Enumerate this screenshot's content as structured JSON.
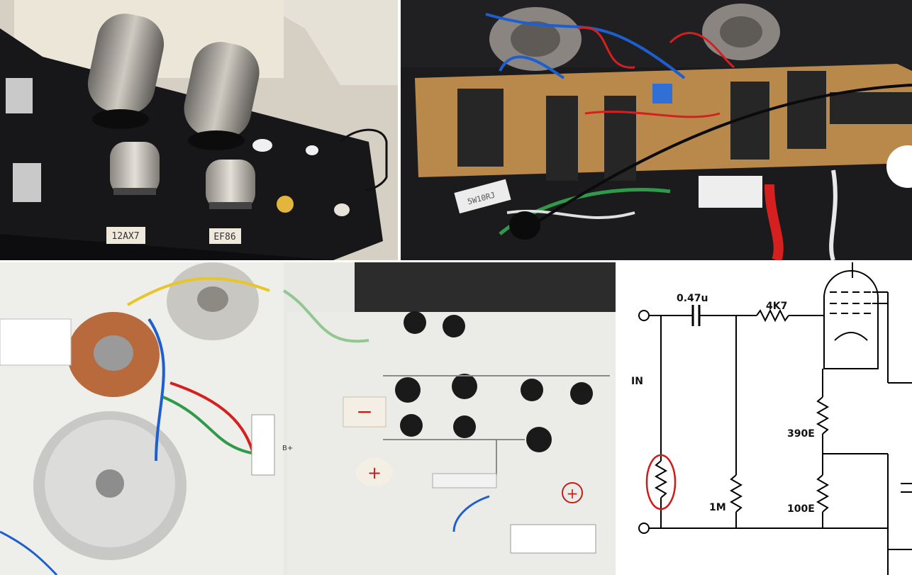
{
  "photos": {
    "tubes": {
      "label_left": "12AX7",
      "label_right": "EF86"
    },
    "board": {
      "resistor_text": "5W10RJ"
    },
    "psu": {
      "plus_sign": "+",
      "minus_sign": "−",
      "terminal_text": "B+"
    }
  },
  "schematic": {
    "capacitor_label": "0.47u",
    "resistor_series_label": "4K7",
    "input_label": "IN",
    "grid_resistor_label": "1M",
    "cathode_resistor_top_label": "390E",
    "cathode_resistor_bottom_label": "100E"
  },
  "colors": {
    "chassis": "#1a1a1c",
    "board": "#b8894a",
    "highlight_circle": "#d11a1a",
    "wire_red": "#d62020",
    "wire_blue": "#1e5fd0",
    "wire_green": "#2f9a4a",
    "copper": "#b86a3c"
  }
}
